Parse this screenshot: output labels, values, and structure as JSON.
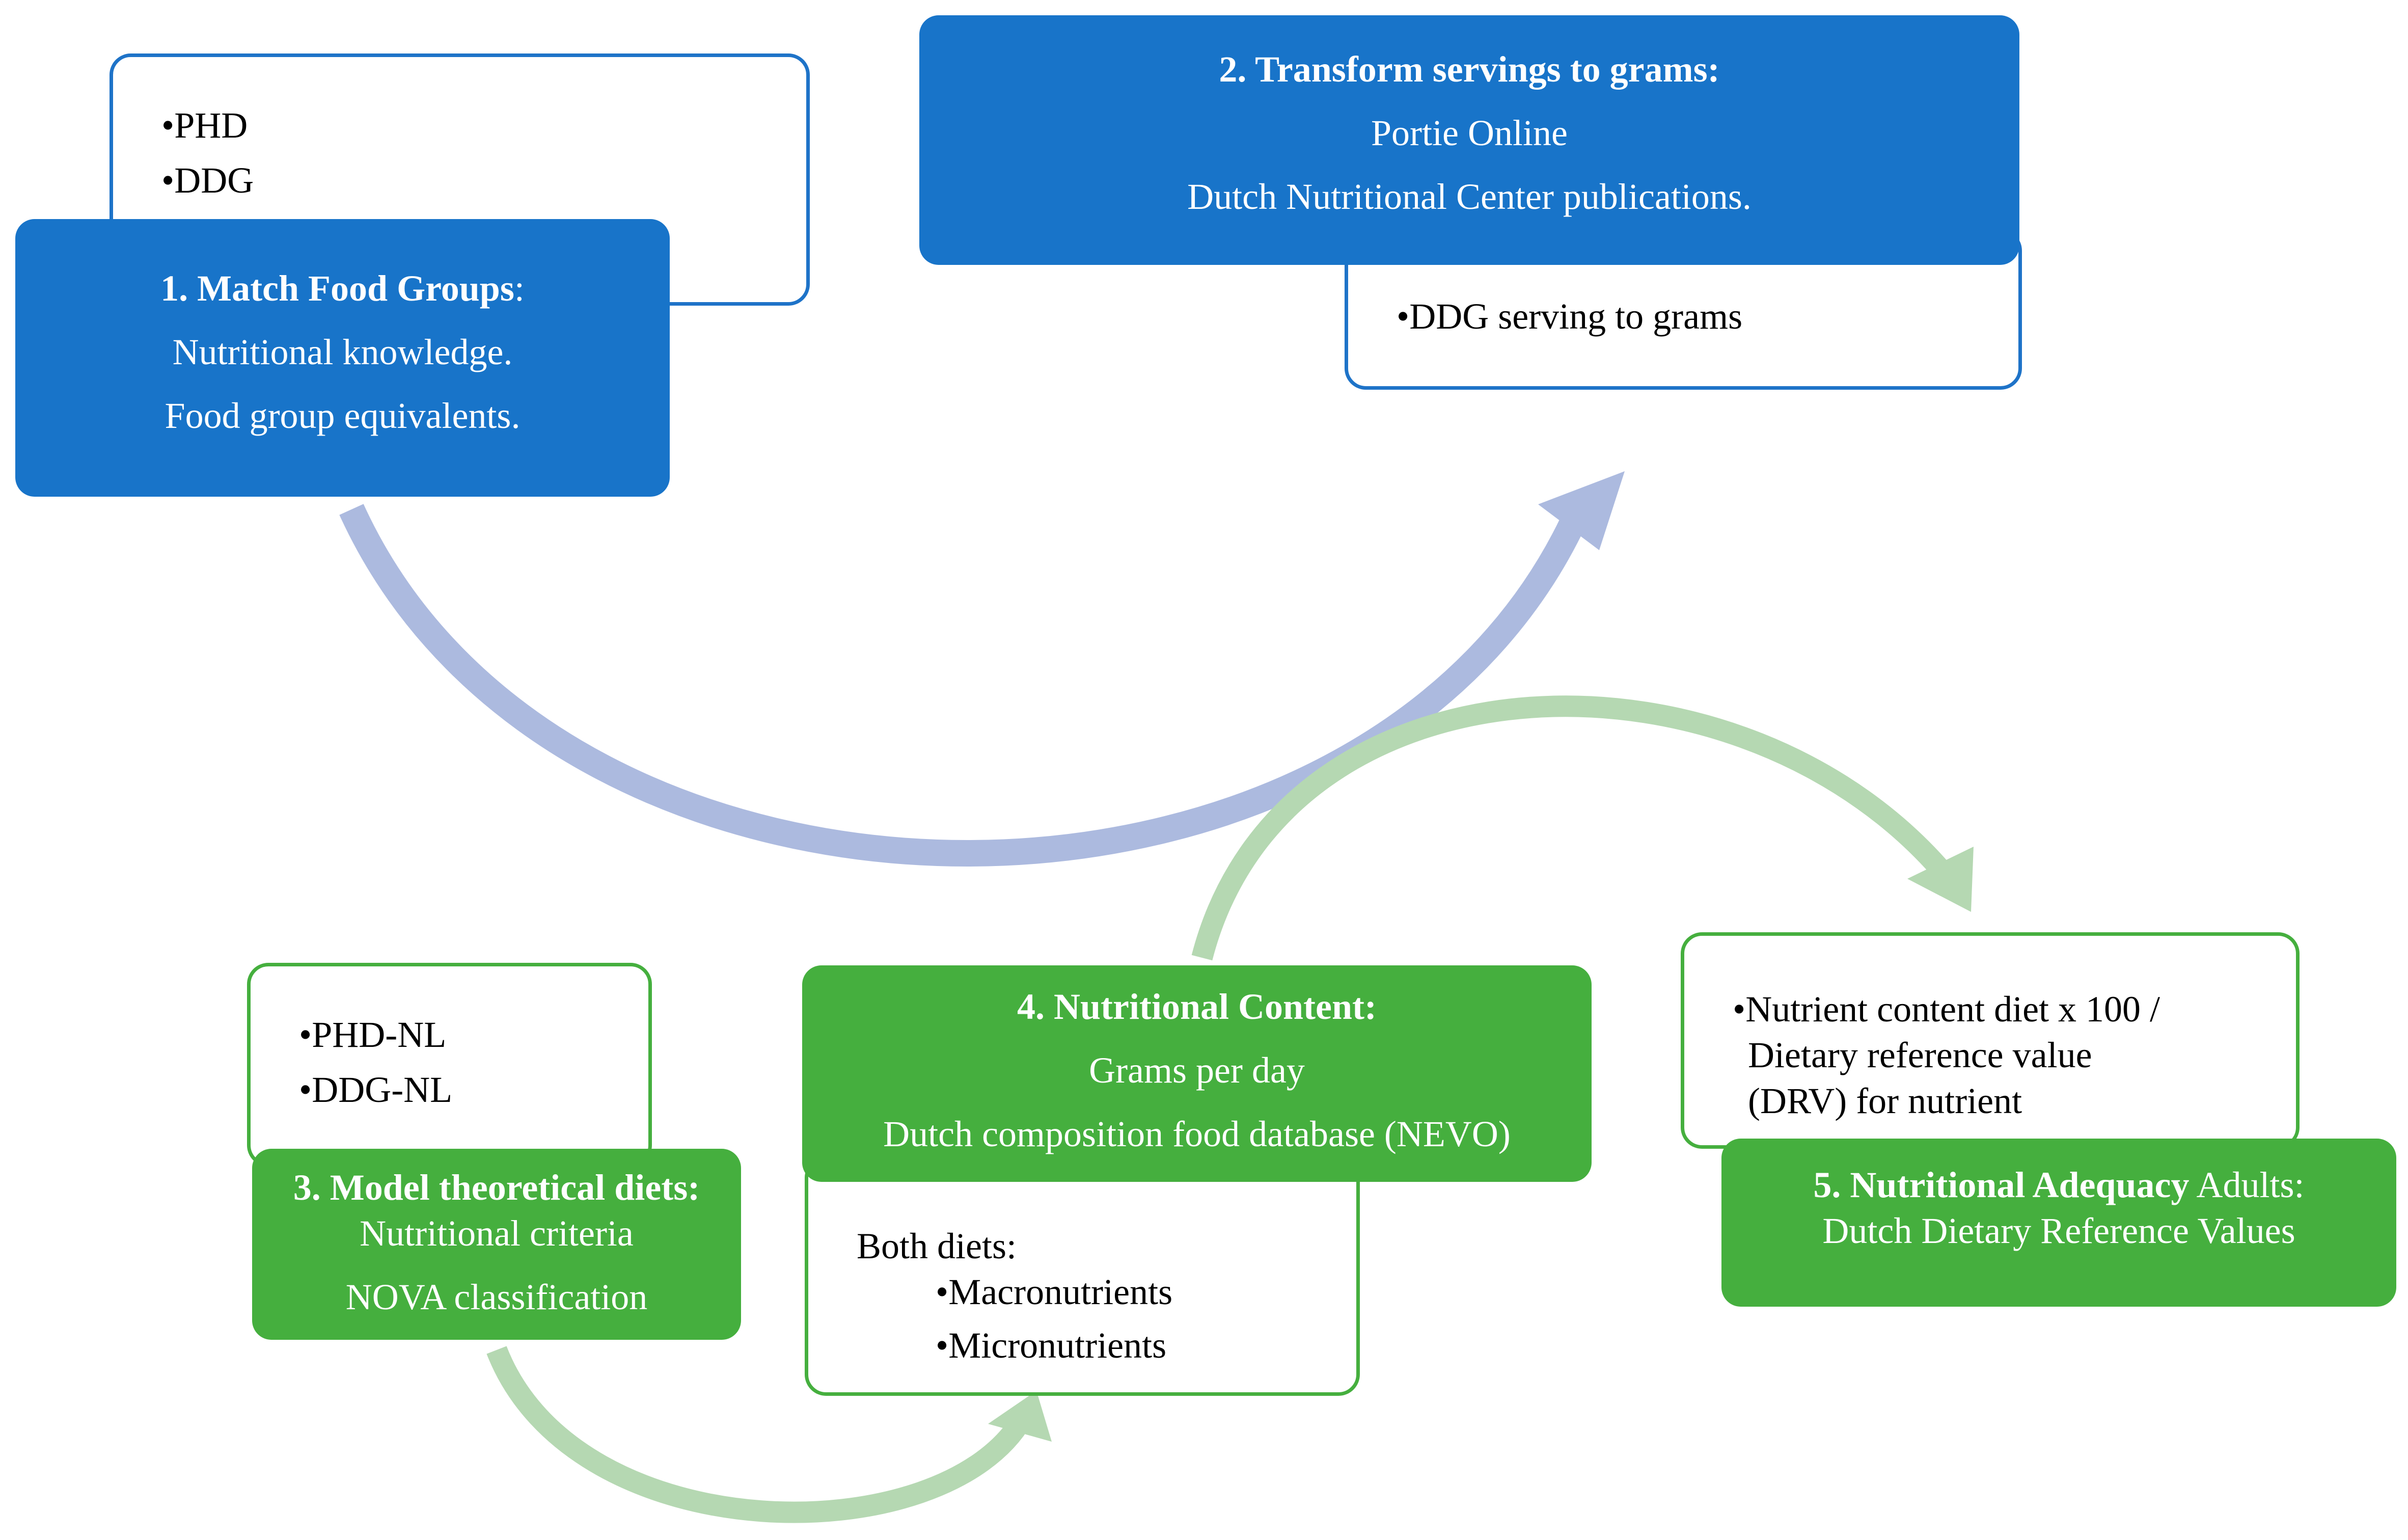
{
  "colors": {
    "blue_fill": "#1874C9",
    "blue_outline": "#1E73C8",
    "blue_arrow": "#ACBADF",
    "green_fill": "#45AF3E",
    "green_arrow": "#B5D8B2"
  },
  "step1": {
    "title": "1. Match Food Groups",
    "title_suffix": ":",
    "line1": "Nutritional knowledge.",
    "line2": "Food group equivalents.",
    "bullets": [
      "PHD",
      "DDG"
    ]
  },
  "step2": {
    "title": "2. Transform servings to grams:",
    "line1": "Portie Online",
    "line2": "Dutch Nutritional Center publications.",
    "bullets": [
      "DDG serving to grams"
    ]
  },
  "step3": {
    "title": "3. Model theoretical diets:",
    "line1": "Nutritional criteria",
    "line2": "NOVA classification",
    "bullets": [
      "PHD-NL",
      "DDG-NL"
    ]
  },
  "step4": {
    "title": "4. Nutritional Content:",
    "line1": "Grams per day",
    "line2": "Dutch composition food database (NEVO)",
    "intro": "Both diets:",
    "bullets": [
      "Macronutrients",
      "Micronutrients"
    ]
  },
  "step5": {
    "title": "5. Nutritional Adequacy",
    "title_suffix": " Adults:",
    "line1": "Dutch Dietary Reference Values",
    "bullet_lines": [
      "Nutrient content diet x 100 /",
      "Dietary reference value",
      "(DRV) for nutrient"
    ]
  }
}
